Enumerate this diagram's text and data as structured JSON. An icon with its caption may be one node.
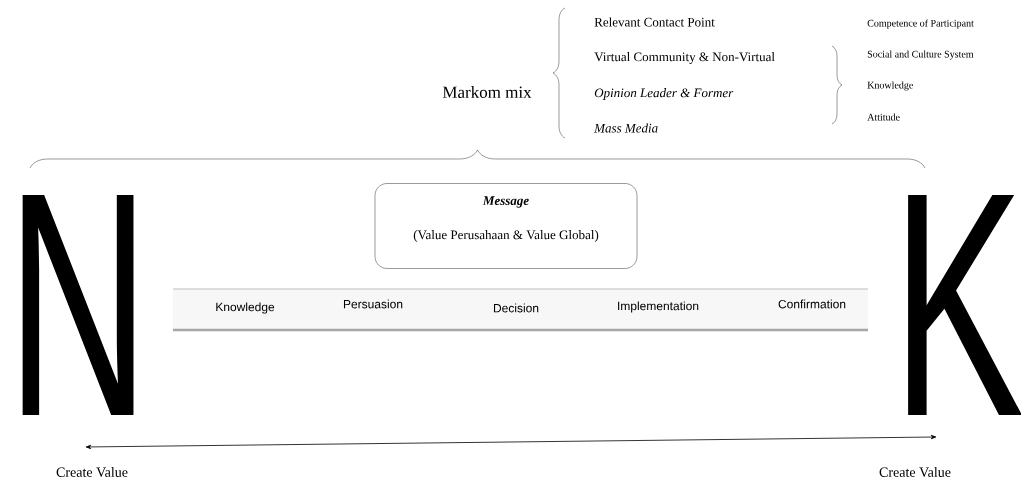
{
  "diagram": {
    "nodes": [
      {
        "text": [
          "Message",
          "(Value Perusahaan & Value Global)"
        ]
      },
      {
        "text": [
          "Knowledge",
          "Persuasion",
          "Decision",
          "Implementation",
          "Confirmation"
        ]
      }
    ],
    "labels": [
      "Markom mix",
      "Relevant Contact Point",
      "Virtual Community & Non-Virtual",
      "Opinion Leader & Former",
      "Mass Media",
      "Competence of Participant",
      "Social and Culture System",
      "Knowledge",
      "Attitude",
      "N",
      "K",
      "Create Value",
      "Create Value"
    ]
  }
}
